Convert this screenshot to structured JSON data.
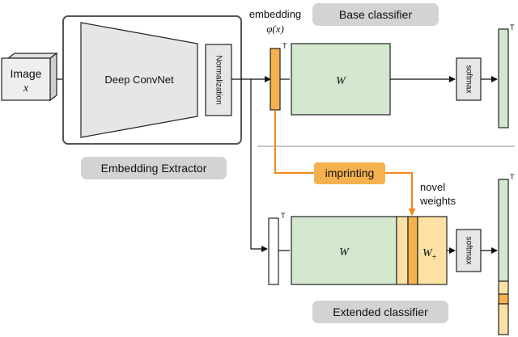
{
  "input": {
    "label": "Image",
    "symbol": "x"
  },
  "extractor": {
    "network_label": "Deep ConvNet",
    "normalization_label": "Normalization",
    "caption": "Embedding Extractor"
  },
  "embedding": {
    "label": "embedding",
    "symbol": "φ(x)",
    "transpose": "T"
  },
  "base_classifier": {
    "title": "Base classifier",
    "weight_label": "W",
    "softmax_label": "softmax",
    "output_transpose": "T"
  },
  "imprinting": {
    "label": "imprinting",
    "novel_line1": "novel",
    "novel_line2": "weights"
  },
  "extended_classifier": {
    "title": "Extended classifier",
    "weight_label": "W",
    "extra_weight_main": "W",
    "extra_weight_sub": "+",
    "softmax_label": "softmax",
    "input_transpose": "T",
    "output_transpose": "T"
  },
  "colors": {
    "embedding_orange": "#f5b14f",
    "arrow_orange": "#f08a1e",
    "weight_green": "#d3e8cf",
    "novel_yellow": "#fbe2a4",
    "caption_gray": "#d3d3d3",
    "box_gray": "#e6e6e6"
  }
}
